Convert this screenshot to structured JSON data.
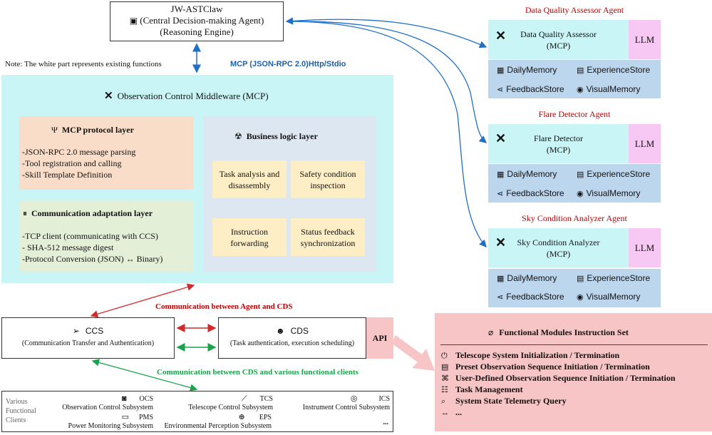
{
  "top_agent": {
    "title": "JW-ASTClaw",
    "subtitle": "(Central Decision-making Agent)",
    "engine": "(Reasoning Engine)",
    "icon": "agent-chip-icon"
  },
  "note": "Note: The white part represents existing functions",
  "mcp_protocol_label": "MCP (JSON-RPC 2.0)Http/Stdio",
  "middleware": {
    "title": "Observation Control Middleware (MCP)",
    "protocol_layer": {
      "title": "MCP protocol layer",
      "items": [
        "-JSON-RPC 2.0 message parsing",
        "-Tool registration and calling",
        "-Skill Template Definition"
      ]
    },
    "comm_layer": {
      "title": "Communication adaptation layer",
      "items": [
        "-TCP client (communicating with CCS)",
        "- SHA-512 message digest",
        "-Protocol Conversion (JSON) ↔ Binary)"
      ]
    },
    "business_layer": {
      "title": "Business logic layer",
      "boxes": [
        "Task analysis and disassembly",
        "Safety condition inspection",
        "Instruction forwarding",
        "Status feedback synchronization"
      ]
    }
  },
  "agents": [
    {
      "title": "Data Quality Assessor Agent",
      "name": "Data Quality Assessor",
      "mcp": "(MCP)",
      "llm": "LLM",
      "memory": [
        "DailyMemory",
        "ExperienceStore",
        "FeedbackStore",
        "VisualMemory"
      ]
    },
    {
      "title": "Flare Detector Agent",
      "name": "Flare Detector",
      "mcp": "(MCP)",
      "llm": "LLM",
      "memory": [
        "DailyMemory",
        "ExperienceStore",
        "FeedbackStore",
        "VisualMemory"
      ]
    },
    {
      "title": "Sky Condition Analyzer Agent",
      "name": "Sky Condition Analyzer",
      "mcp": "(MCP)",
      "llm": "LLM",
      "memory": [
        "DailyMemory",
        "ExperienceStore",
        "FeedbackStore",
        "VisualMemory"
      ]
    }
  ],
  "link_labels": {
    "agent_cds": "Communication between Agent and CDS",
    "cds_clients": "Communication between CDS and various functional clients"
  },
  "ccs": {
    "title": "CCS",
    "subtitle": "(Communication Transfer and Authentication)"
  },
  "cds": {
    "title": "CDS",
    "subtitle": "(Task authentication, execution scheduling)",
    "api": "API"
  },
  "clients": {
    "label": [
      "Various",
      "Functional",
      "Clients"
    ],
    "items": [
      {
        "code": "OCS",
        "name": "Observation Control Subsystem",
        "icon": "camera-icon"
      },
      {
        "code": "TCS",
        "name": "Telescope Control Subsystem",
        "icon": "telescope-icon"
      },
      {
        "code": "ICS",
        "name": "Instrument Control Subsystem",
        "icon": "instrument-icon"
      },
      {
        "code": "PMS",
        "name": "Power Monitoring Subsystem",
        "icon": "battery-icon"
      },
      {
        "code": "EPS",
        "name": "Environmental Perception Subsystem",
        "icon": "globe-icon"
      }
    ],
    "more": "..."
  },
  "modules": {
    "title": "Functional Modules Instruction Set",
    "items": [
      {
        "text": "Telescope System Initialization / Termination",
        "icon": "power-icon"
      },
      {
        "text": "Preset Observation Sequence Initiation / Termination",
        "icon": "list-icon"
      },
      {
        "text": "User-Defined Observation Sequence Initiation / Termination",
        "icon": "code-icon"
      },
      {
        "text": "Task Management",
        "icon": "task-icon"
      },
      {
        "text": "System State Telemetry Query",
        "icon": "search-icon"
      },
      {
        "text": "...",
        "icon": "arrows-icon"
      }
    ]
  },
  "colors": {
    "middleware_bg": "#c9f5f7",
    "protocol_bg": "#f9ddc8",
    "comm_bg": "#e4efd8",
    "business_bg": "#dce7f2",
    "task_box_bg": "#fdeec6",
    "llm_bg": "#f8c8f5",
    "memory_bg": "#bcd6ee",
    "module_bg": "#f7c5c5",
    "blue_arrow": "#1f6fc5",
    "red_arrow": "#d22b2b",
    "green_arrow": "#1aa34a"
  }
}
